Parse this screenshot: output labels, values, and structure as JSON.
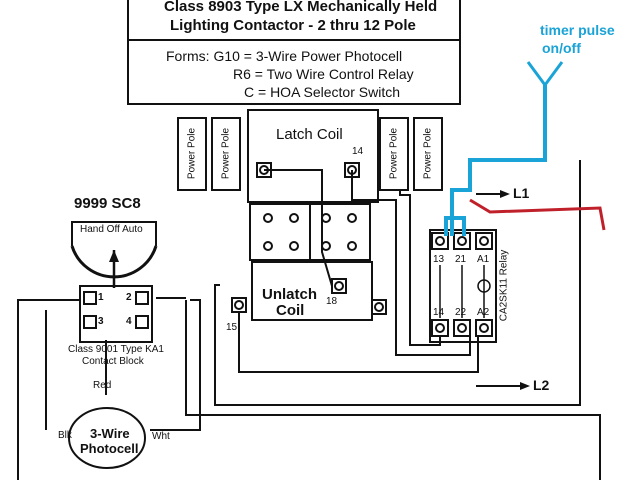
{
  "header": {
    "title_line1": "Class 8903 Type LX Mechanically Held",
    "title_line2": "Lighting Contactor - 2 thru 12 Pole",
    "forms": [
      "Forms:  G10 = 3-Wire Power Photocell",
      "R6 = Two Wire Control Relay",
      "C = HOA Selector Switch"
    ]
  },
  "annotation": {
    "timer_line1": "timer pulse",
    "timer_line2": "on/off"
  },
  "coils": {
    "latch": "Latch Coil",
    "unlatch_line1": "Unlatch",
    "unlatch_line2": "Coil"
  },
  "power_pole": "Power Pole",
  "terminals": {
    "t14": "14",
    "t15": "15",
    "t18": "18"
  },
  "selector": {
    "title": "9999 SC8",
    "positions": "Hand Off Auto",
    "contacts": [
      "1",
      "2",
      "3",
      "4"
    ],
    "block_line1": "Class 9001 Type KA1",
    "block_line2": "Contact Block"
  },
  "relay": {
    "top_terminals": [
      "13",
      "21",
      "A1"
    ],
    "bottom_terminals": [
      "14",
      "22",
      "A2"
    ],
    "name": "CA2SK11 Relay"
  },
  "lines": {
    "l1": "L1",
    "l2": "L2"
  },
  "photocell": {
    "line1": "3-Wire",
    "line2": "Photocell",
    "red": "Red",
    "blk": "Blk",
    "wht": "Wht"
  },
  "colors": {
    "timer_wire": "#1aa3d6",
    "l1_wire": "#c0202a",
    "ink": "#111111"
  }
}
